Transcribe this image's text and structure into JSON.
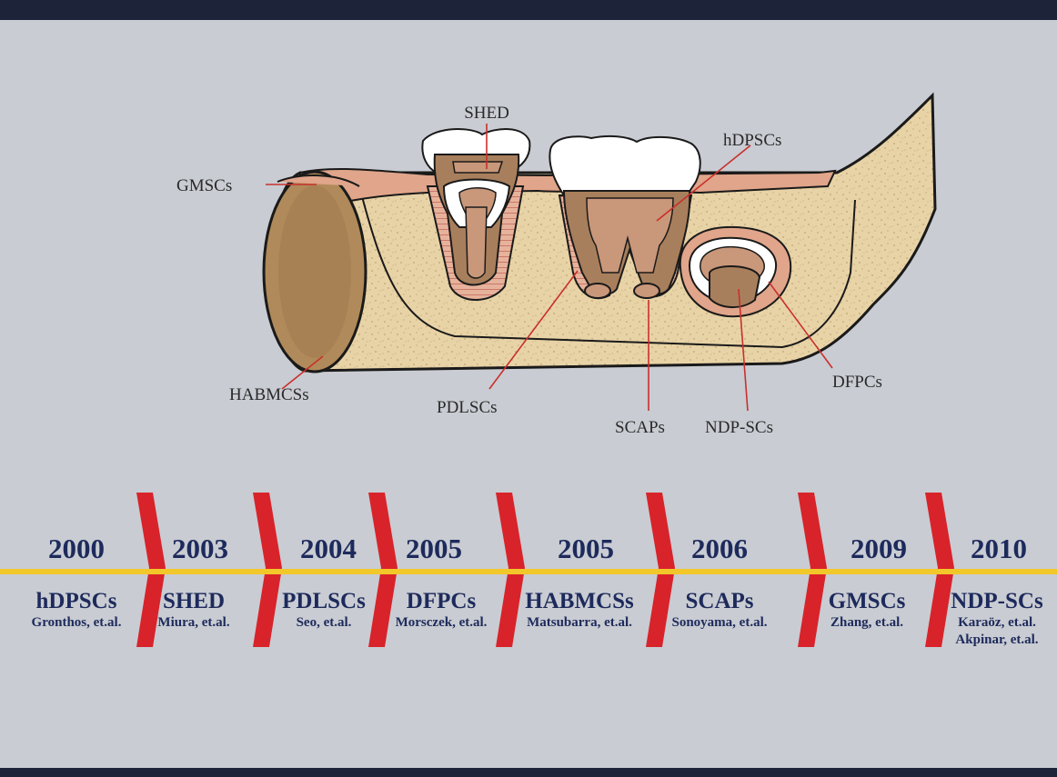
{
  "diagram": {
    "labels": {
      "shed": "SHED",
      "hdpscs": "hDPSCs",
      "gmscs": "GMSCs",
      "habmcss": "HABMCSs",
      "pdlscs": "PDLSCs",
      "scaps": "SCAPs",
      "ndpscs": "NDP-SCs",
      "dfpcs": "DFPCs"
    },
    "colors": {
      "bone": "#e8d3a6",
      "gingiva": "#e0a58a",
      "enamel": "#ffffff",
      "dentin": "#a87f5c",
      "pulp": "#c9977a",
      "leader": "#c9302c"
    }
  },
  "timeline": {
    "colors": {
      "line": "#f2c72a",
      "chevron": "#d8232a",
      "text": "#1d2a5c"
    },
    "entries": [
      {
        "year": "2000",
        "name": "hDPSCs",
        "authors": [
          "Gronthos, et.al."
        ]
      },
      {
        "year": "2003",
        "name": "SHED",
        "authors": [
          "Miura, et.al."
        ]
      },
      {
        "year": "2004",
        "name": "PDLSCs",
        "authors": [
          "Seo, et.al."
        ]
      },
      {
        "year": "2005",
        "name": "DFPCs",
        "authors": [
          "Morsczek, et.al."
        ]
      },
      {
        "year": "2005",
        "name": "HABMCSs",
        "authors": [
          "Matsubarra, et.al."
        ]
      },
      {
        "year": "2006",
        "name": "SCAPs",
        "authors": [
          "Sonoyama, et.al."
        ]
      },
      {
        "year": "2009",
        "name": "GMSCs",
        "authors": [
          "Zhang, et.al."
        ]
      },
      {
        "year": "2010",
        "name": "NDP-SCs",
        "authors": [
          "Karaöz, et.al.",
          "Akpinar, et.al."
        ]
      }
    ]
  }
}
